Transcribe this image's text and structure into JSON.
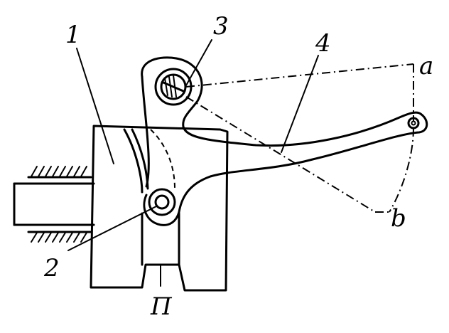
{
  "diagram": {
    "labels": {
      "part1": "1",
      "part2": "2",
      "part3": "3",
      "part4": "4",
      "point_a": "a",
      "point_b": "b",
      "point_p": "П"
    }
  }
}
